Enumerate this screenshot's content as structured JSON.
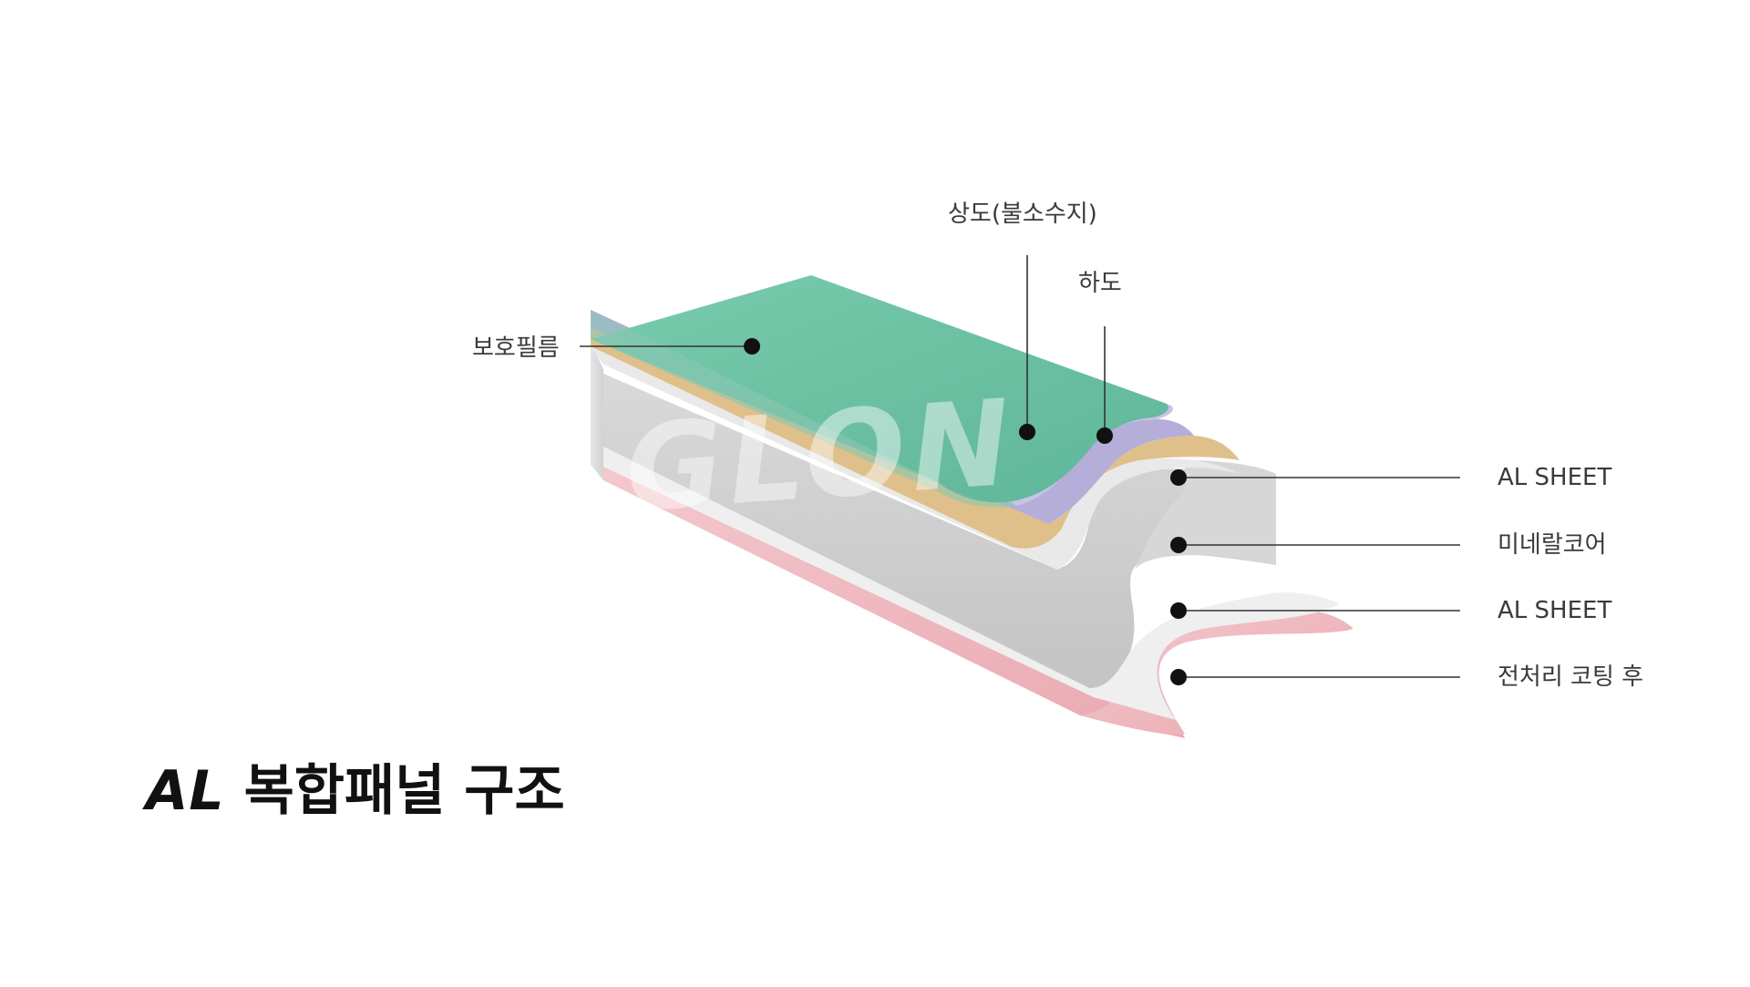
{
  "title": {
    "prefix": "AL",
    "main": "복합패널 구조"
  },
  "layers": {
    "protective_film": "보호필름",
    "top_coat": "상도(불소수지)",
    "primer": "하도",
    "al_sheet_top": "AL SHEET",
    "mineral_core": "미네랄코어",
    "al_sheet_bottom": "AL SHEET",
    "pretreatment": "전처리 코팅 후"
  },
  "watermark": "GLON",
  "colors": {
    "protective_film": "#6fc4a5",
    "top_coat": "#b3add9",
    "primer": "#e0c18a",
    "al_sheet": "#e4e4e4",
    "mineral_core": "#c9c9c9",
    "pretreatment": "#efb9bf",
    "leader_line": "#333333",
    "marker": "#111111"
  }
}
